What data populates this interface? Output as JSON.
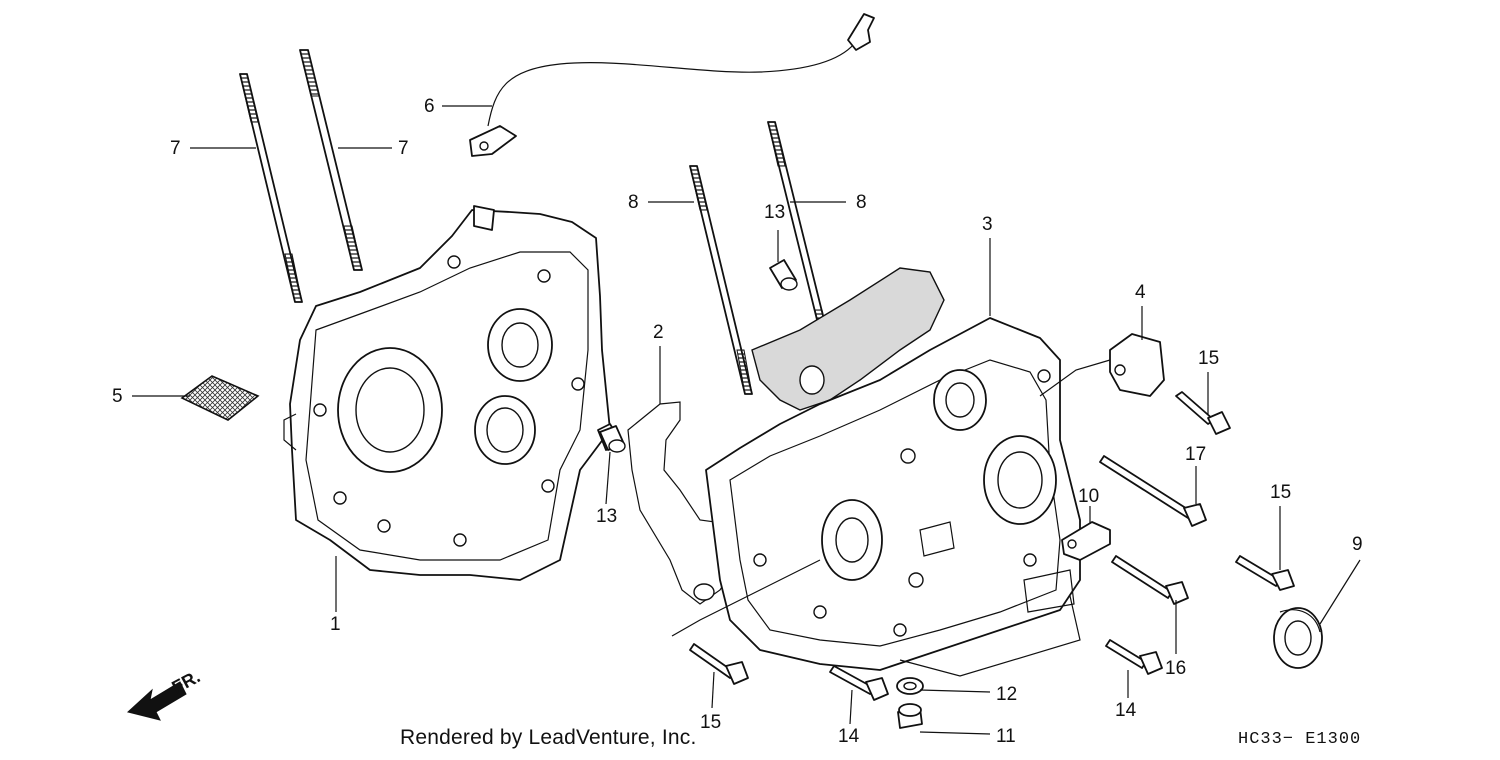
{
  "callouts": {
    "c1": "1",
    "c2": "2",
    "c3": "3",
    "c4": "4",
    "c5": "5",
    "c6": "6",
    "c7a": "7",
    "c7b": "7",
    "c8a": "8",
    "c8b": "8",
    "c9": "9",
    "c10": "10",
    "c11": "11",
    "c12": "12",
    "c13a": "13",
    "c13b": "13",
    "c14a": "14",
    "c14b": "14",
    "c15a": "15",
    "c15b": "15",
    "c15c": "15",
    "c16": "16",
    "c17": "17"
  },
  "direction_label": "FR.",
  "credit": "Rendered by LeadVenture, Inc.",
  "diagram_code": "HC33− E1300"
}
